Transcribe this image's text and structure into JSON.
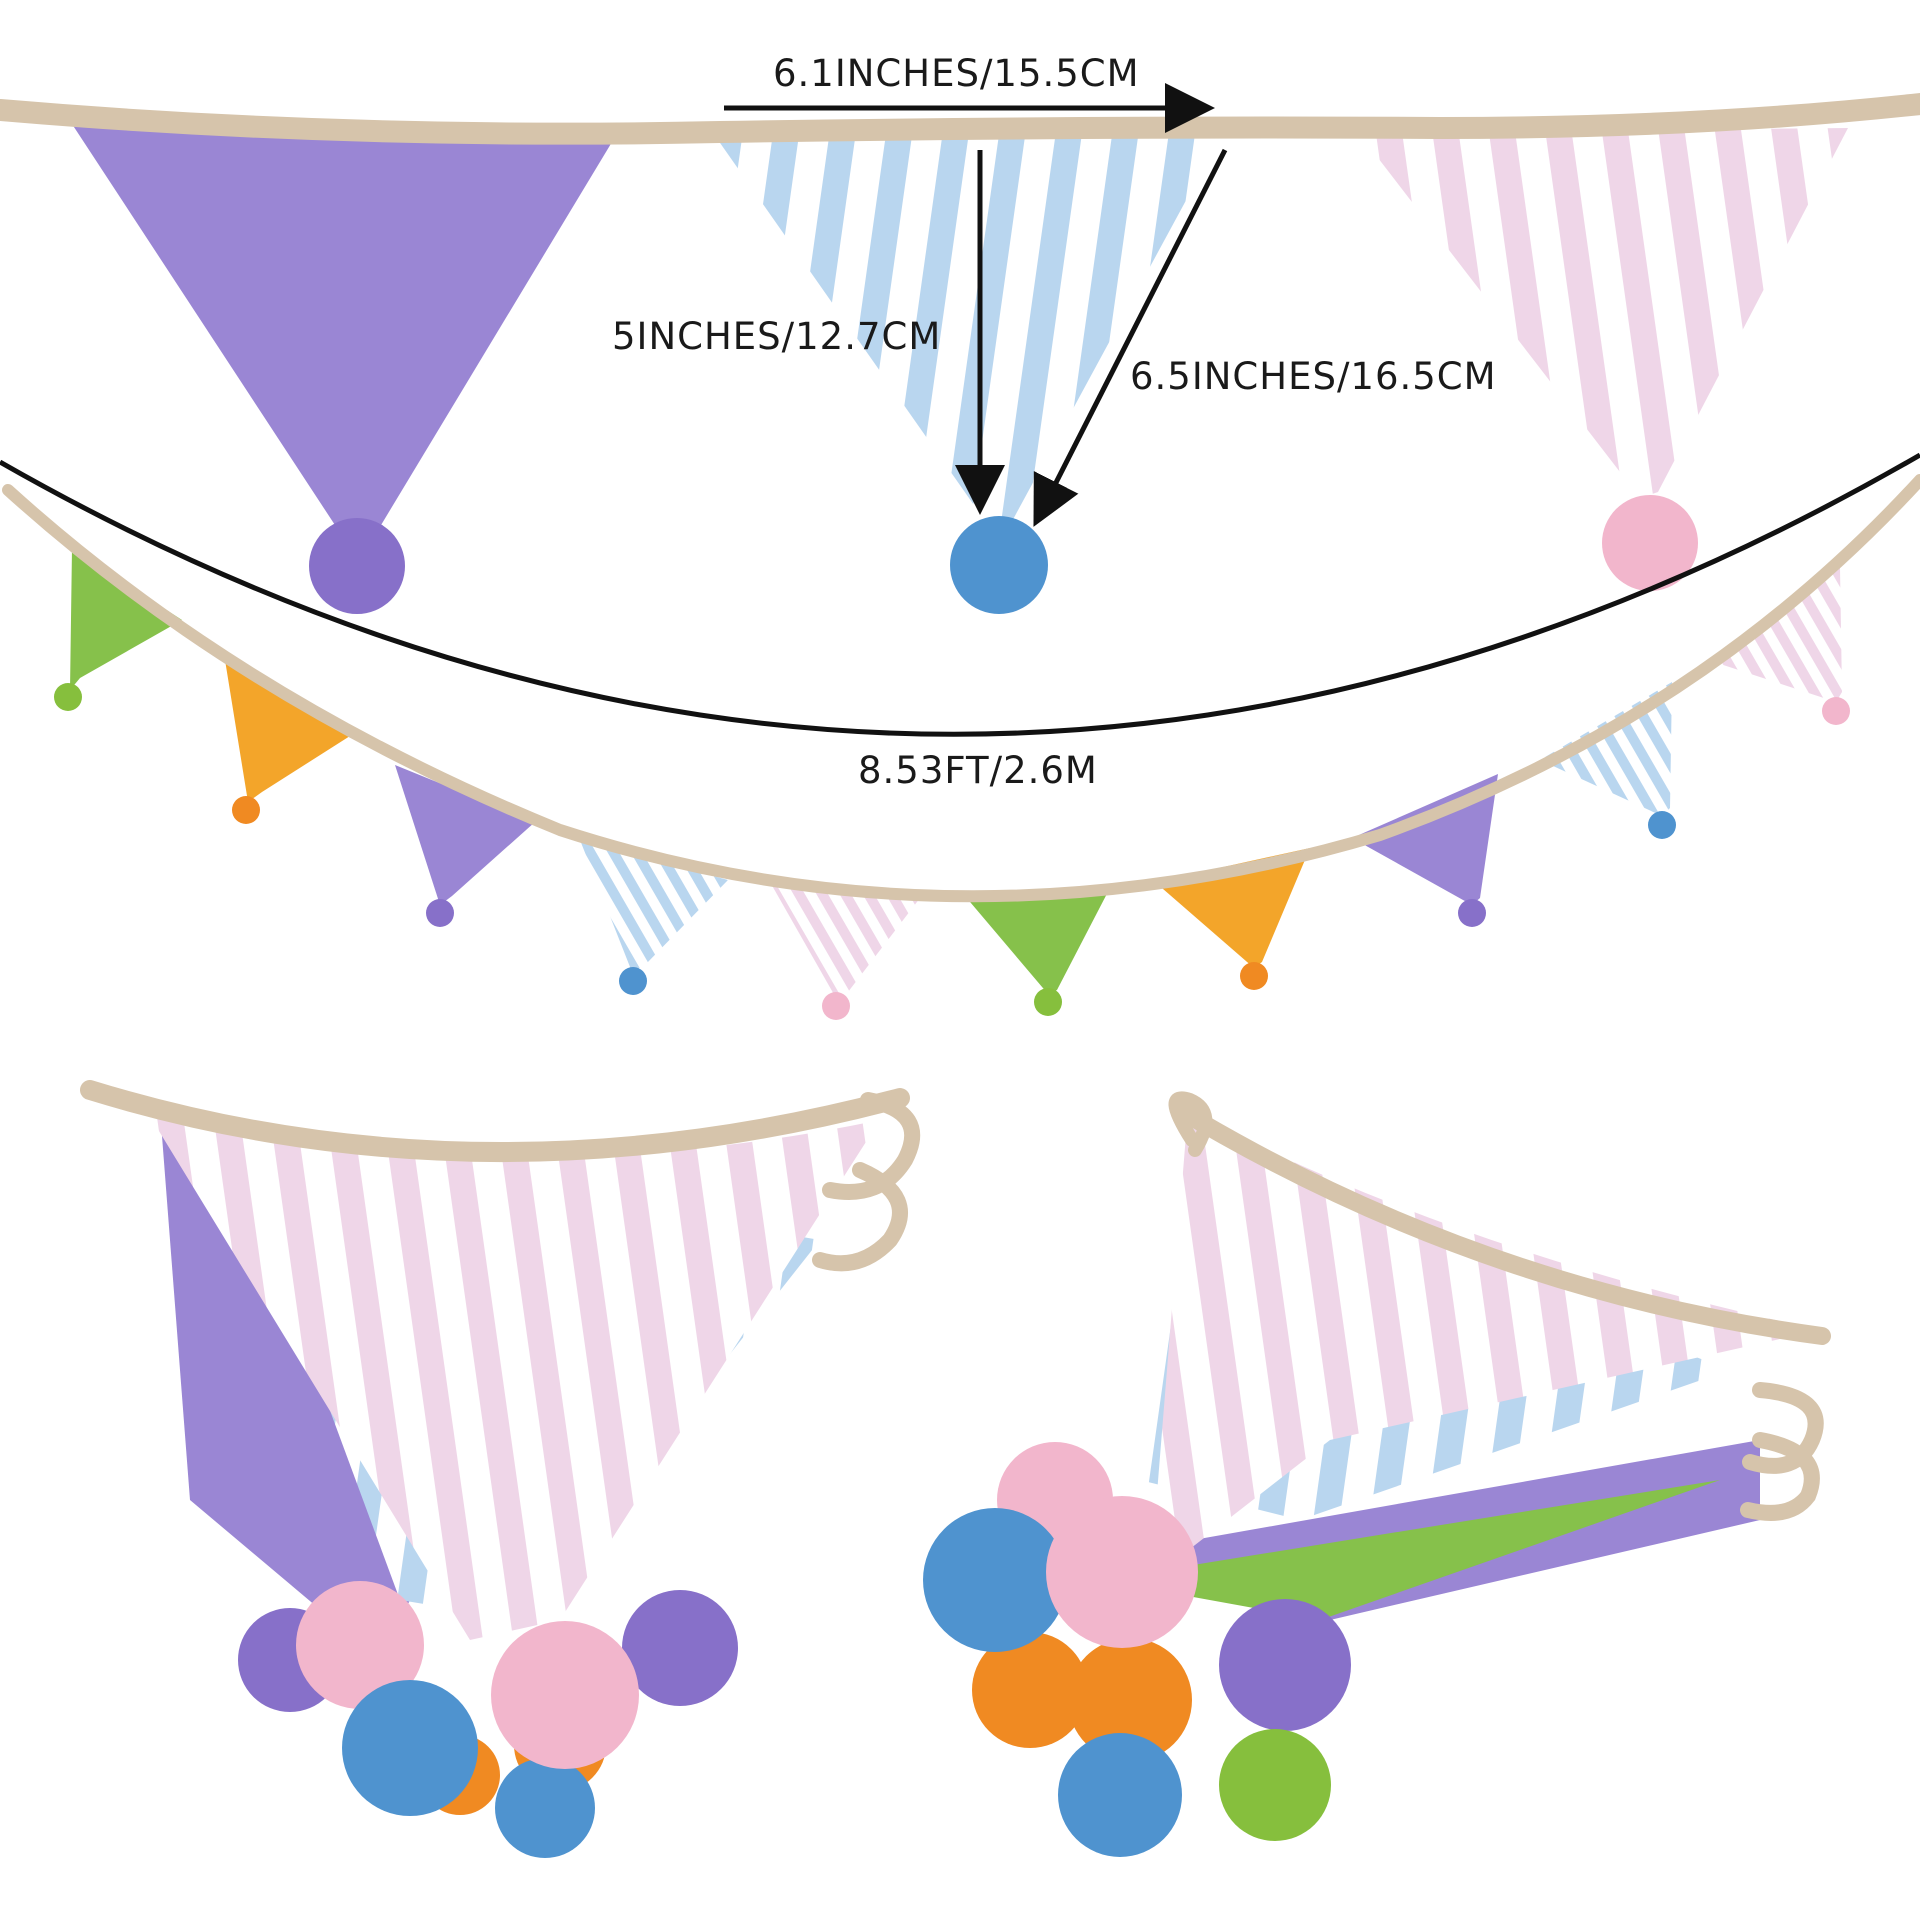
{
  "dimensions": {
    "width_label": "6.1INCHES/15.5CM",
    "height_label": "5INCHES/12.7CM",
    "side_label": "6.5INCHES/16.5CM",
    "length_label": "8.53FT/2.6M"
  },
  "colors": {
    "trim": "#d6c4ab",
    "purple": "#9a86d4",
    "blue_stripe": "#b9d6ef",
    "pink_stripe": "#edd3e6",
    "green": "#86c14b",
    "orange": "#f3a52a",
    "pom_purple": "#8770c9",
    "pom_blue": "#4f93cf",
    "pom_pink": "#f2b6cc",
    "pom_orange": "#f08a22",
    "pom_green": "#86bf3d"
  }
}
